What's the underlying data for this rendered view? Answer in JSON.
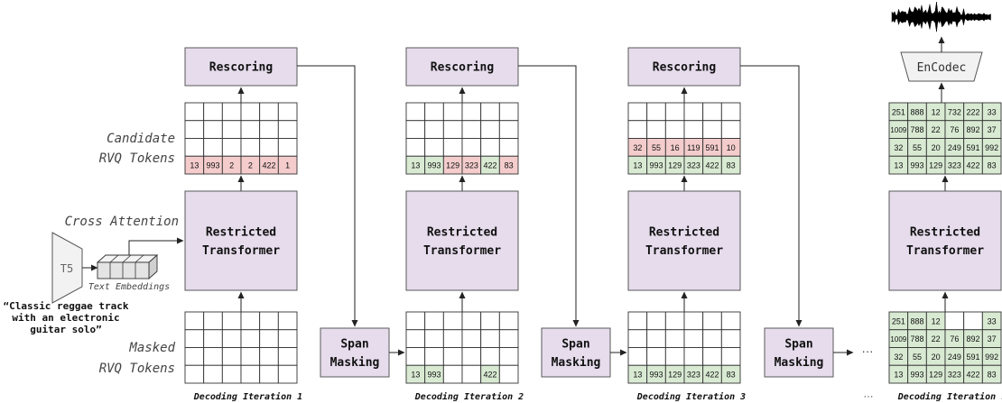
{
  "labels": {
    "candidate_line1": "Candidate",
    "candidate_line2": "RVQ Tokens",
    "masked_line1": "Masked",
    "masked_line2": "RVQ Tokens",
    "cross_attention": "Cross Attention",
    "t5": "T5",
    "text_embeddings": "Text Embeddings",
    "prompt_lines": [
      "“Classic reggae track",
      "with an electronic",
      "guitar solo”"
    ],
    "encodec": "EnCodec",
    "ellipsis": "···",
    "footer_ellipsis": "···"
  },
  "blocks": {
    "rescoring": "Rescoring",
    "transformer_line1": "Restricted",
    "transformer_line2": "Transformer",
    "span_line1": "Span",
    "span_line2": "Masking"
  },
  "iterations": [
    {
      "caption": "Decoding Iteration 1",
      "candidate": [
        [
          "",
          "",
          "",
          "",
          "",
          ""
        ],
        [
          "",
          "",
          "",
          "",
          "",
          ""
        ],
        [
          "",
          "",
          "",
          "",
          "",
          ""
        ],
        [
          "13",
          "993",
          "2",
          "2",
          "422",
          "1"
        ]
      ],
      "candidate_states": [
        [
          "e",
          "e",
          "e",
          "e",
          "e",
          "e"
        ],
        [
          "e",
          "e",
          "e",
          "e",
          "e",
          "e"
        ],
        [
          "e",
          "e",
          "e",
          "e",
          "e",
          "e"
        ],
        [
          "r",
          "r",
          "r",
          "r",
          "r",
          "r"
        ]
      ],
      "masked": [
        [
          "",
          "",
          "",
          "",
          "",
          ""
        ],
        [
          "",
          "",
          "",
          "",
          "",
          ""
        ],
        [
          "",
          "",
          "",
          "",
          "",
          ""
        ],
        [
          "",
          "",
          "",
          "",
          "",
          ""
        ]
      ],
      "masked_states": [
        [
          "e",
          "e",
          "e",
          "e",
          "e",
          "e"
        ],
        [
          "e",
          "e",
          "e",
          "e",
          "e",
          "e"
        ],
        [
          "e",
          "e",
          "e",
          "e",
          "e",
          "e"
        ],
        [
          "e",
          "e",
          "e",
          "e",
          "e",
          "e"
        ]
      ]
    },
    {
      "caption": "Decoding Iteration 2",
      "candidate": [
        [
          "",
          "",
          "",
          "",
          "",
          ""
        ],
        [
          "",
          "",
          "",
          "",
          "",
          ""
        ],
        [
          "",
          "",
          "",
          "",
          "",
          ""
        ],
        [
          "13",
          "993",
          "129",
          "323",
          "422",
          "83"
        ]
      ],
      "candidate_states": [
        [
          "e",
          "e",
          "e",
          "e",
          "e",
          "e"
        ],
        [
          "e",
          "e",
          "e",
          "e",
          "e",
          "e"
        ],
        [
          "e",
          "e",
          "e",
          "e",
          "e",
          "e"
        ],
        [
          "g",
          "g",
          "r",
          "r",
          "g",
          "r"
        ]
      ],
      "masked": [
        [
          "",
          "",
          "",
          "",
          "",
          ""
        ],
        [
          "",
          "",
          "",
          "",
          "",
          ""
        ],
        [
          "",
          "",
          "",
          "",
          "",
          ""
        ],
        [
          "13",
          "993",
          "",
          "",
          "422",
          ""
        ]
      ],
      "masked_states": [
        [
          "e",
          "e",
          "e",
          "e",
          "e",
          "e"
        ],
        [
          "e",
          "e",
          "e",
          "e",
          "e",
          "e"
        ],
        [
          "e",
          "e",
          "e",
          "e",
          "e",
          "e"
        ],
        [
          "g",
          "g",
          "e",
          "e",
          "g",
          "e"
        ]
      ]
    },
    {
      "caption": "Decoding Iteration 3",
      "candidate": [
        [
          "",
          "",
          "",
          "",
          "",
          ""
        ],
        [
          "",
          "",
          "",
          "",
          "",
          ""
        ],
        [
          "32",
          "55",
          "16",
          "119",
          "591",
          "10"
        ],
        [
          "13",
          "993",
          "129",
          "323",
          "422",
          "83"
        ]
      ],
      "candidate_states": [
        [
          "e",
          "e",
          "e",
          "e",
          "e",
          "e"
        ],
        [
          "e",
          "e",
          "e",
          "e",
          "e",
          "e"
        ],
        [
          "r",
          "r",
          "r",
          "r",
          "r",
          "r"
        ],
        [
          "g",
          "g",
          "g",
          "g",
          "g",
          "g"
        ]
      ],
      "masked": [
        [
          "",
          "",
          "",
          "",
          "",
          ""
        ],
        [
          "",
          "",
          "",
          "",
          "",
          ""
        ],
        [
          "",
          "",
          "",
          "",
          "",
          ""
        ],
        [
          "13",
          "993",
          "129",
          "323",
          "422",
          "83"
        ]
      ],
      "masked_states": [
        [
          "e",
          "e",
          "e",
          "e",
          "e",
          "e"
        ],
        [
          "e",
          "e",
          "e",
          "e",
          "e",
          "e"
        ],
        [
          "e",
          "e",
          "e",
          "e",
          "e",
          "e"
        ],
        [
          "g",
          "g",
          "g",
          "g",
          "g",
          "g"
        ]
      ]
    },
    {
      "caption": "Decoding Iteration s",
      "candidate": [
        [
          "251",
          "888",
          "12",
          "732",
          "222",
          "33"
        ],
        [
          "1009",
          "788",
          "22",
          "76",
          "892",
          "37"
        ],
        [
          "32",
          "55",
          "20",
          "249",
          "591",
          "992"
        ],
        [
          "13",
          "993",
          "129",
          "323",
          "422",
          "83"
        ]
      ],
      "candidate_states": [
        [
          "g",
          "g",
          "g",
          "g",
          "g",
          "g"
        ],
        [
          "g",
          "g",
          "g",
          "g",
          "g",
          "g"
        ],
        [
          "g",
          "g",
          "g",
          "g",
          "g",
          "g"
        ],
        [
          "g",
          "g",
          "g",
          "g",
          "g",
          "g"
        ]
      ],
      "masked": [
        [
          "251",
          "888",
          "12",
          "",
          "",
          "33"
        ],
        [
          "1009",
          "788",
          "22",
          "76",
          "892",
          "37"
        ],
        [
          "32",
          "55",
          "20",
          "249",
          "591",
          "992"
        ],
        [
          "13",
          "993",
          "129",
          "323",
          "422",
          "83"
        ]
      ],
      "masked_states": [
        [
          "g",
          "g",
          "g",
          "e",
          "e",
          "g"
        ],
        [
          "g",
          "g",
          "g",
          "g",
          "g",
          "g"
        ],
        [
          "g",
          "g",
          "g",
          "g",
          "g",
          "g"
        ],
        [
          "g",
          "g",
          "g",
          "g",
          "g",
          "g"
        ]
      ]
    }
  ],
  "colors": {
    "block_fill": "#e6dcec",
    "block_border": "#5a5a5a",
    "cell_green": "#d9ead3",
    "cell_red": "#f4cccc",
    "cell_empty": "#ffffff"
  }
}
